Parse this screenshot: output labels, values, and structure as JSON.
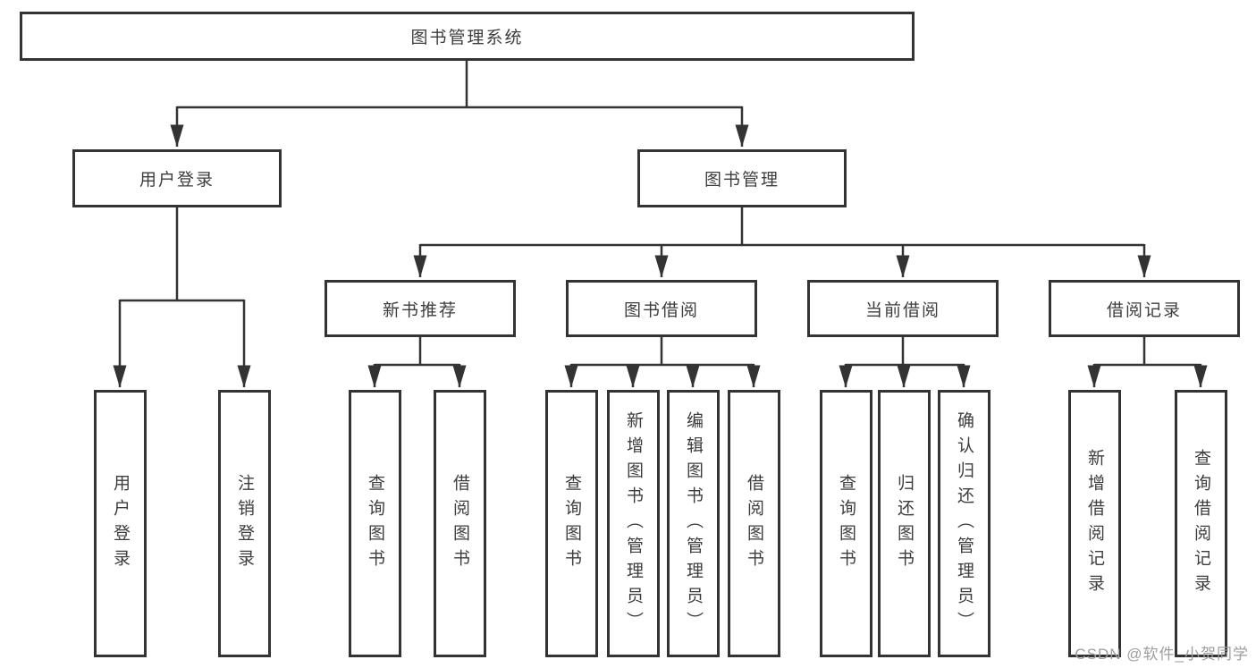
{
  "diagram": {
    "title": "图书管理系统",
    "root": {
      "label": "图书管理系统"
    },
    "level2": [
      {
        "id": "user-login",
        "label": "用户登录"
      },
      {
        "id": "book-management",
        "label": "图书管理"
      }
    ],
    "level3": [
      {
        "id": "new-book-recommend",
        "label": "新书推荐"
      },
      {
        "id": "book-borrow",
        "label": "图书借阅"
      },
      {
        "id": "current-borrow",
        "label": "当前借阅"
      },
      {
        "id": "borrow-records",
        "label": "借阅记录"
      }
    ],
    "leaves": [
      {
        "parent": "user-login",
        "label": "用户登录"
      },
      {
        "parent": "user-login",
        "label": "注销登录"
      },
      {
        "parent": "new-book-recommend",
        "label": "查询图书"
      },
      {
        "parent": "new-book-recommend",
        "label": "借阅图书"
      },
      {
        "parent": "book-borrow",
        "label": "查询图书"
      },
      {
        "parent": "book-borrow",
        "label": "新增图书（管理员）"
      },
      {
        "parent": "book-borrow",
        "label": "编辑图书（管理员）"
      },
      {
        "parent": "book-borrow",
        "label": "借阅图书"
      },
      {
        "parent": "current-borrow",
        "label": "查询图书"
      },
      {
        "parent": "current-borrow",
        "label": "归还图书"
      },
      {
        "parent": "current-borrow",
        "label": "确认归还（管理员）"
      },
      {
        "parent": "borrow-records",
        "label": "新增借阅记录"
      },
      {
        "parent": "borrow-records",
        "label": "查询借阅记录"
      }
    ]
  },
  "watermark": "CSDN @软件_小贺同学",
  "colors": {
    "line": "#333333",
    "border": "#333333",
    "text": "#3d3d3d",
    "background": "#ffffff",
    "watermark": "#9e9e9e"
  }
}
